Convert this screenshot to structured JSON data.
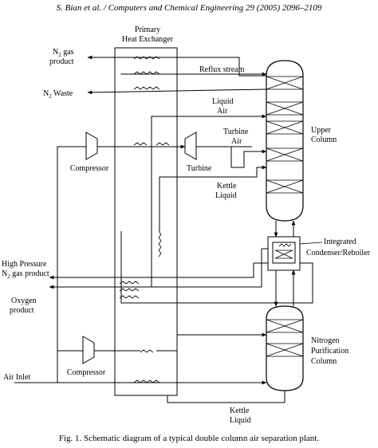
{
  "header": {
    "citation": "S. Bian et al. / Computers and Chemical Engineering 29 (2005) 2096–2109"
  },
  "labels": {
    "phx_line1": "Primary",
    "phx_line2": "Heat Exchanger",
    "n2_gas_line1": "N",
    "n2_gas_sub": "2",
    "n2_gas_line1b": " gas",
    "n2_gas_line2": "product",
    "n2_waste": "N",
    "n2_waste_sub": "2",
    "n2_waste_b": " Waste",
    "reflux": "Reflux stream",
    "liquid_air_1": "Liquid",
    "liquid_air_2": "Air",
    "turbine_air_1": "Turbine",
    "turbine_air_2": "Air",
    "upper_col_1": "Upper",
    "upper_col_2": "Column",
    "compressor_top": "Compressor",
    "turbine": "Turbine",
    "kettle_1": "Kettle",
    "kettle_2": "Liquid",
    "integrated_1": "Integrated",
    "integrated_2": "Condenser/Reboiler",
    "hp_1": "High Pressure",
    "hp_2a": "N",
    "hp_2sub": "2",
    "hp_2b": " gas product",
    "oxygen_1": "Oxygen",
    "oxygen_2": "product",
    "nitrogen_1": "Nitrogen",
    "nitrogen_2": "Purification",
    "nitrogen_3": "Column",
    "compressor_bottom": "Compressor",
    "air_inlet": "Air Inlet",
    "kettle_bottom_1": "Kettle",
    "kettle_bottom_2": "Liquid"
  },
  "caption": "Fig. 1.  Schematic diagram of a typical double column air separation plant."
}
